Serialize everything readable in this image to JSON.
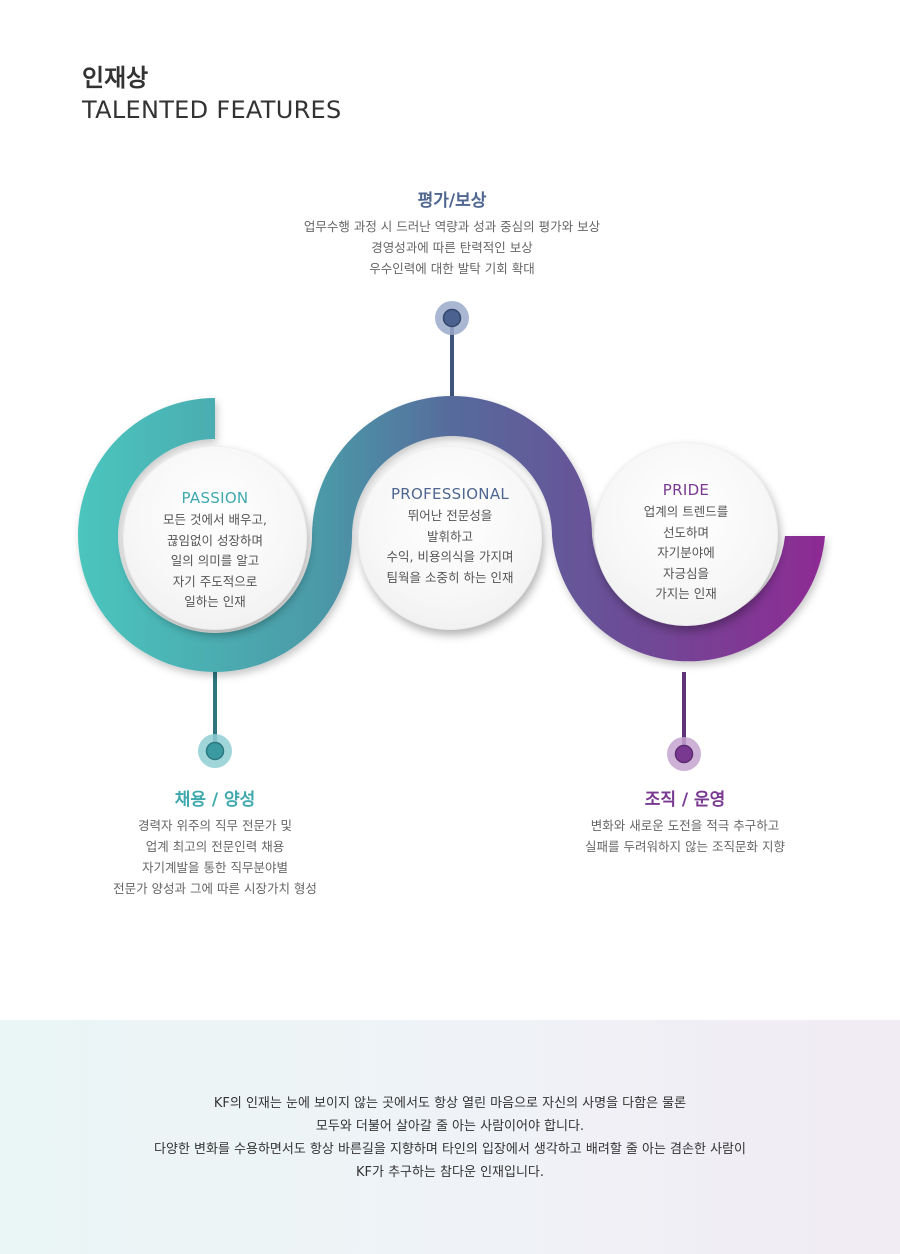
{
  "heading": {
    "ko": "인재상",
    "en": "TALENTED FEATURES"
  },
  "colors": {
    "teal": "#3fa9ad",
    "navy": "#4e6690",
    "purple": "#7a3991",
    "track_start": "#4cc5bd",
    "track_end": "#8e2a94"
  },
  "top_block": {
    "title": "평가/보상",
    "lines": [
      "업무수행 과정 시 드러난 역량과 성과 중심의 평가와 보상",
      "경영성과에 따른 탄력적인 보상",
      "우수인력에 대한 발탁 기회 확대"
    ]
  },
  "left_block": {
    "title": "채용 / 양성",
    "lines": [
      "경력자 위주의 직무 전문가 및",
      "업계 최고의 전문인력 채용",
      "자기계발을 통한 직무분야별",
      "전문가 양성과 그에 따른 시장가치 형성"
    ]
  },
  "right_block": {
    "title": "조직 / 운영",
    "lines": [
      "변화와 새로운 도전을 적극 추구하고",
      "실패를 두려워하지 않는 조직문화 지향"
    ]
  },
  "circles": [
    {
      "title": "PASSION",
      "lines": [
        "모든 것에서 배우고,",
        "끊임없이 성장하며",
        "일의 의미를 알고",
        "자기 주도적으로",
        "일하는 인재"
      ]
    },
    {
      "title": "PROFESSIONAL",
      "lines": [
        "뛰어난 전문성을",
        "발휘하고",
        "수익, 비용의식을 가지며",
        "팀웍을 소중히 하는 인재"
      ]
    },
    {
      "title": "PRIDE",
      "lines": [
        "업계의 트렌드를",
        "선도하며",
        "자기분야에",
        "자긍심을",
        "가지는 인재"
      ]
    }
  ],
  "footer": {
    "lines": [
      "KF의 인재는 눈에 보이지 않는 곳에서도 항상 열린 마음으로 자신의 사명을 다함은 물론",
      "모두와 더불어 살아갈 줄 아는 사람이어야 합니다.",
      "다양한 변화를 수용하면서도 항상 바른길을 지향하며 타인의 입장에서 생각하고 배려할 줄 아는 겸손한 사람이",
      "KF가 추구하는 참다운 인재입니다."
    ]
  }
}
